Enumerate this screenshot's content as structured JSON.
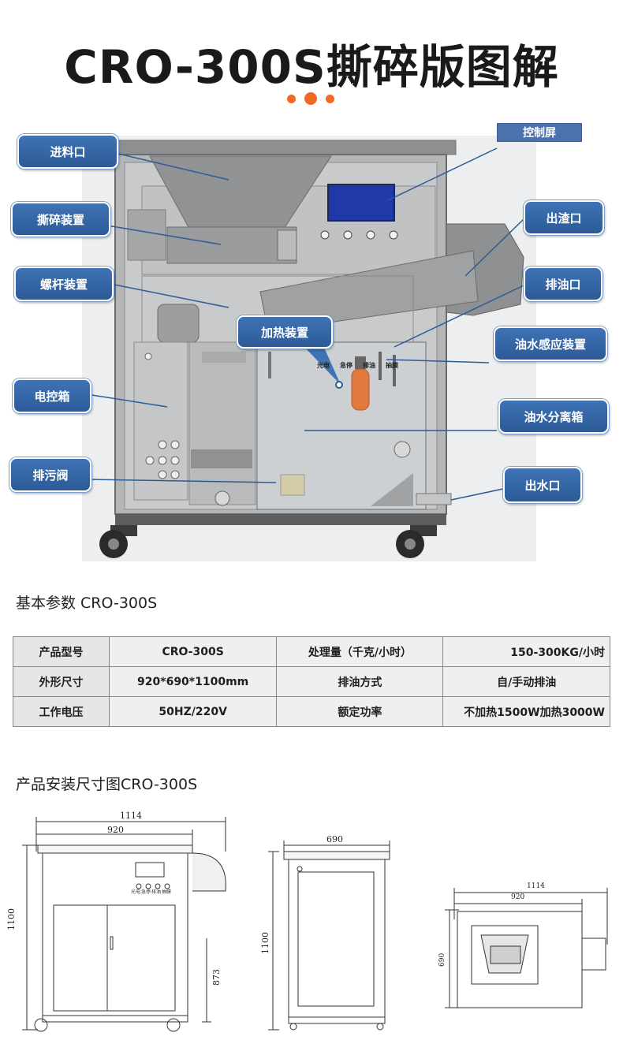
{
  "header": {
    "title": "CRO-300S撕碎版图解"
  },
  "colors": {
    "accent": "#ef6b23",
    "callout": "#3f73b5",
    "panel": "#1f3aa8"
  },
  "machine": {
    "callouts": {
      "feed": "进料口",
      "shredder": "撕碎装置",
      "screw": "螺杆装置",
      "heater": "加热装置",
      "ebox": "电控箱",
      "drain": "排污阀",
      "screen": "控制屏",
      "slag": "出渣口",
      "oil": "排油口",
      "sensor": "油水感应装置",
      "separator": "油水分离箱",
      "water": "出水口"
    },
    "buttons": [
      "光电",
      "急停",
      "排油",
      "抽膜"
    ]
  },
  "params": {
    "heading": "基本参数 CRO-300S",
    "rows": [
      [
        "产品型号",
        "CRO-300S",
        "处理量（千克/小时）",
        "150-300KG/小时"
      ],
      [
        "外形尺寸",
        "920*690*1100mm",
        "排油方式",
        "自/手动排油"
      ],
      [
        "工作电压",
        "50HZ/220V",
        "额定功率",
        "不加热1500W加热3000W"
      ]
    ]
  },
  "install": {
    "heading": "产品安装尺寸图CRO-300S",
    "front": {
      "overall_width": "1114",
      "body_width": "920",
      "height": "1100",
      "inner_height": "873",
      "buttons": [
        "光电",
        "急停",
        "排油",
        "抽膜"
      ]
    },
    "side": {
      "depth": "690",
      "height": "1100"
    },
    "top": {
      "overall_width": "1114",
      "body_width": "920",
      "depth": "690"
    }
  }
}
